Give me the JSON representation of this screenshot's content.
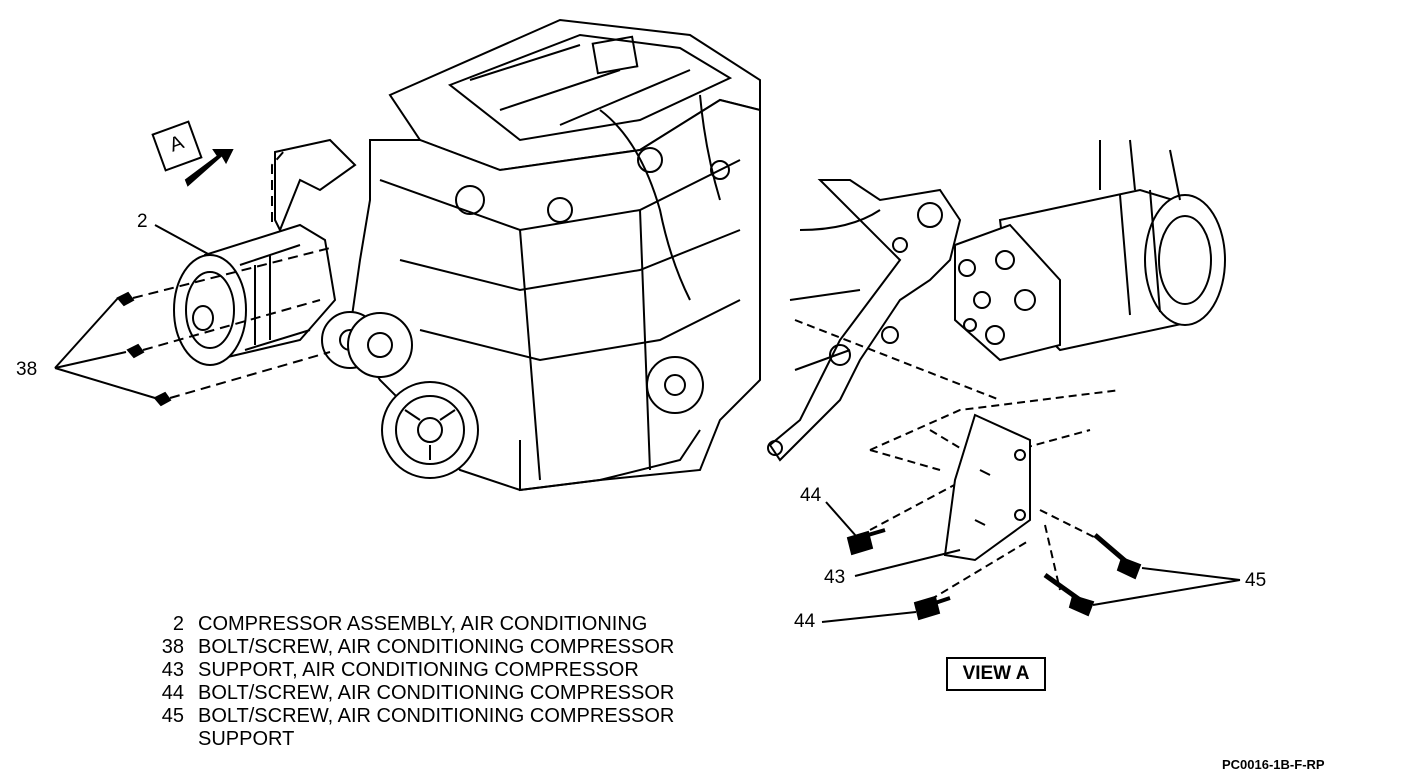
{
  "callouts": {
    "c2": "2",
    "c38": "38",
    "c43": "43",
    "c44a": "44",
    "c44b": "44",
    "c45": "45",
    "arrow_a": "A"
  },
  "legend": [
    {
      "num": "2",
      "lines": [
        "COMPRESSOR ASSEMBLY, AIR CONDITIONING"
      ]
    },
    {
      "num": "38",
      "lines": [
        "BOLT/SCREW, AIR CONDITIONING COMPRESSOR"
      ]
    },
    {
      "num": "43",
      "lines": [
        "SUPPORT, AIR CONDITIONING COMPRESSOR"
      ]
    },
    {
      "num": "44",
      "lines": [
        "BOLT/SCREW, AIR CONDITIONING COMPRESSOR"
      ]
    },
    {
      "num": "45",
      "lines": [
        "BOLT/SCREW, AIR CONDITIONING COMPRESSOR",
        "SUPPORT"
      ]
    }
  ],
  "view_label": "VIEW A",
  "figure_code": "PC0016-1B-F-RP"
}
